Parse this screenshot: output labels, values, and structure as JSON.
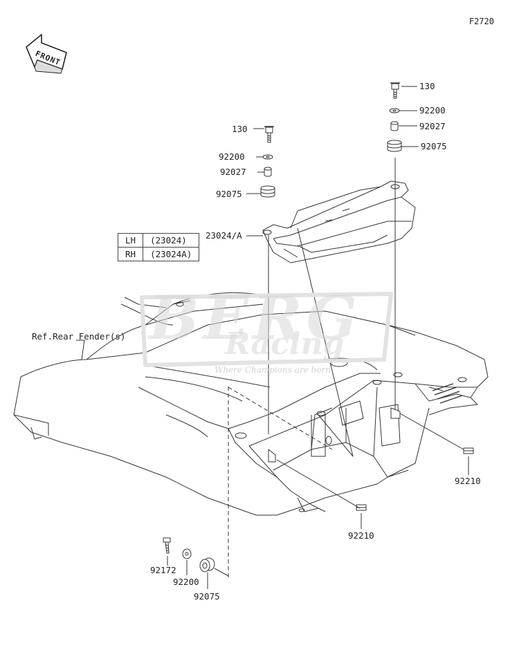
{
  "figure_code": "F2720",
  "front_label": "FRONT",
  "reference": "Ref.Rear Fender(s)",
  "lr_table": [
    {
      "side": "LH",
      "part": "(23024)"
    },
    {
      "side": "RH",
      "part": "(23024A)"
    }
  ],
  "parts": {
    "bolt_right": "130",
    "washer_right": "92200",
    "collar_right": "92027",
    "grommet_right": "92075",
    "bolt_left": "130",
    "washer_left": "92200",
    "collar_left": "92027",
    "grommet_left": "92075",
    "lamp": "23024/A",
    "nut_right": "92210",
    "nut_center": "92210",
    "bolt_bottom": "92172",
    "washer_bottom": "92200",
    "grommet_bottom": "92075"
  },
  "watermark": {
    "brand": "BERG",
    "brand2": "Racing",
    "tagline": "Where Champions are born"
  }
}
